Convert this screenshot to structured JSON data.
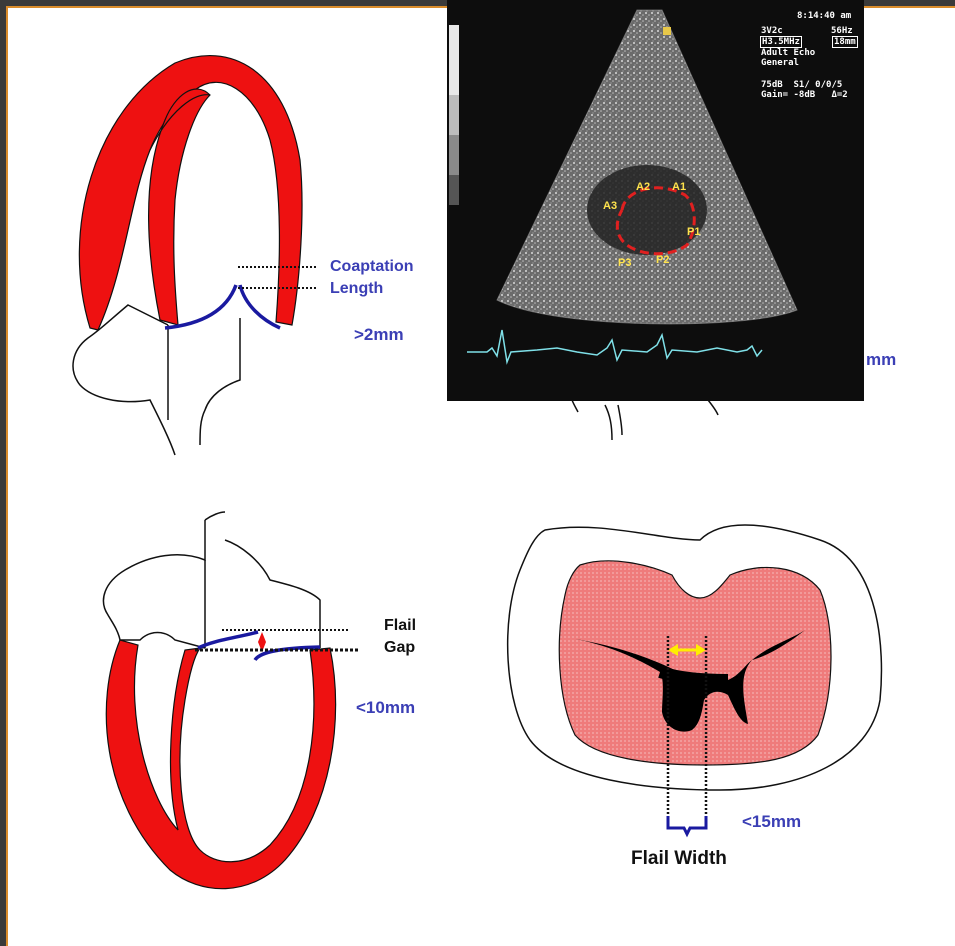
{
  "panel_top_left": {
    "coaptation_line1": "Coaptation",
    "coaptation_line2": "Length",
    "threshold": ">2mm"
  },
  "panel_top_right": {
    "partial_label": "mm"
  },
  "echo": {
    "time": "8:14:40 am",
    "probe": "3V2c",
    "frame_rate": "56Hz",
    "freq": "H3.5MHz",
    "depth": "18mm",
    "preset1": "Adult Echo",
    "preset2": "General",
    "db_line": "75dB  S1/ 0/0/5",
    "gain_line": "Gain= -8dB   Δ=2",
    "segments": [
      "A1",
      "A2",
      "A3",
      "P1",
      "P2",
      "P3"
    ]
  },
  "panel_bottom_left": {
    "flail_line1": "Flail",
    "flail_line2": "Gap",
    "threshold": "<10mm"
  },
  "panel_bottom_right": {
    "threshold": "<15mm",
    "width_label": "Flail Width"
  },
  "colors": {
    "muscle_red": "#ee1111",
    "leaflet_blue": "#1a1aa0",
    "label_blue": "#3b3fb5",
    "arrow_yellow": "#ffee00",
    "frame_orange": "#d98c2b"
  }
}
